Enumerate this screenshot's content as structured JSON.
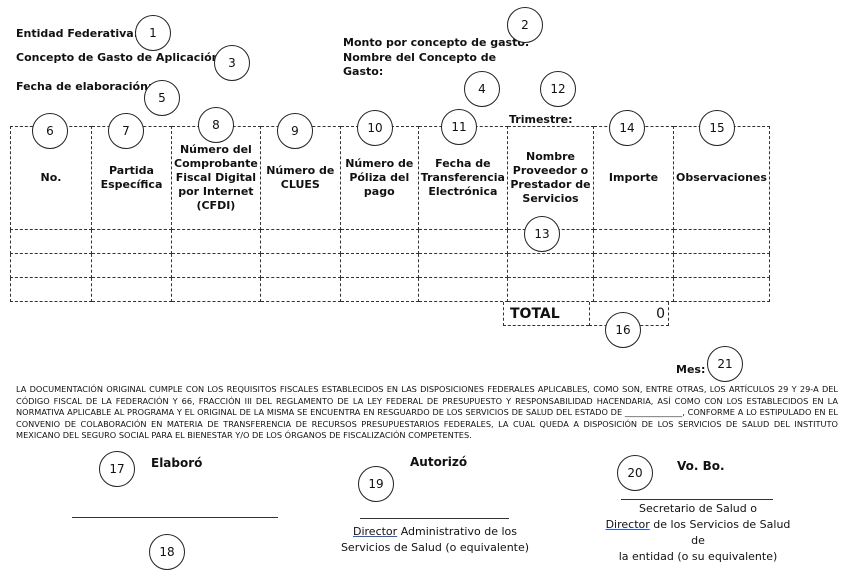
{
  "header": {
    "entidad": "Entidad Federativa:",
    "concepto": "Concepto de Gasto de Aplicación:",
    "fecha": "Fecha de elaboración:",
    "monto": "Monto por concepto de gasto:",
    "nombre_concepto": "Nombre del Concepto de Gasto:",
    "trimestre": "Trimestre:",
    "mes": "Mes:"
  },
  "markers": [
    "1",
    "2",
    "3",
    "4",
    "5",
    "6",
    "7",
    "8",
    "9",
    "10",
    "11",
    "12",
    "13",
    "14",
    "15",
    "16",
    "17",
    "18",
    "19",
    "20",
    "21"
  ],
  "table": {
    "columns": [
      "No.",
      "Partida Específica",
      "Número del Comprobante Fiscal Digital por Internet (CFDI)",
      "Número de CLUES",
      "Número de Póliza del pago",
      "Fecha de Transferencia Electrónica",
      "Nombre Proveedor o Prestador de Servicios",
      "Importe",
      "Observaciones"
    ],
    "total_label": "TOTAL",
    "total_value": "0"
  },
  "paragraph": "La documentación original cumple con los requisitos fiscales establecidos en las disposiciones federales aplicables, como son, entre otras, los artículos 29 y 29-A del Código Fiscal de la Federación y 66, fracción III del Reglamento de la Ley Federal de Presupuesto y Responsabilidad Hacendaria, así como con los establecidos en la normativa aplicable al programa y el original de la misma se encuentra en resguardo de los Servicios de Salud del Estado de ______________, conforme a lo estipulado en el Convenio de Colaboración en materia de Transferencia de Recursos Presupuestarios Federales, la cual queda a disposición de los Servicios de Salud del Instituto Mexicano del Seguro Social para el Bienestar y/o de los órganos de fiscalización competentes.",
  "signatures": {
    "elaboro": "Elaboró",
    "autorizo": "Autorizó",
    "vobo": "Vo. Bo.",
    "director_word": "Director",
    "autorizo_rest": " Administrativo de los",
    "autorizo_line2": "Servicios de Salud (o equivalente)",
    "vobo_line1": "Secretario de Salud o",
    "vobo_rest": " de los Servicios de Salud de",
    "vobo_line3": "la entidad (o su equivalente)"
  }
}
